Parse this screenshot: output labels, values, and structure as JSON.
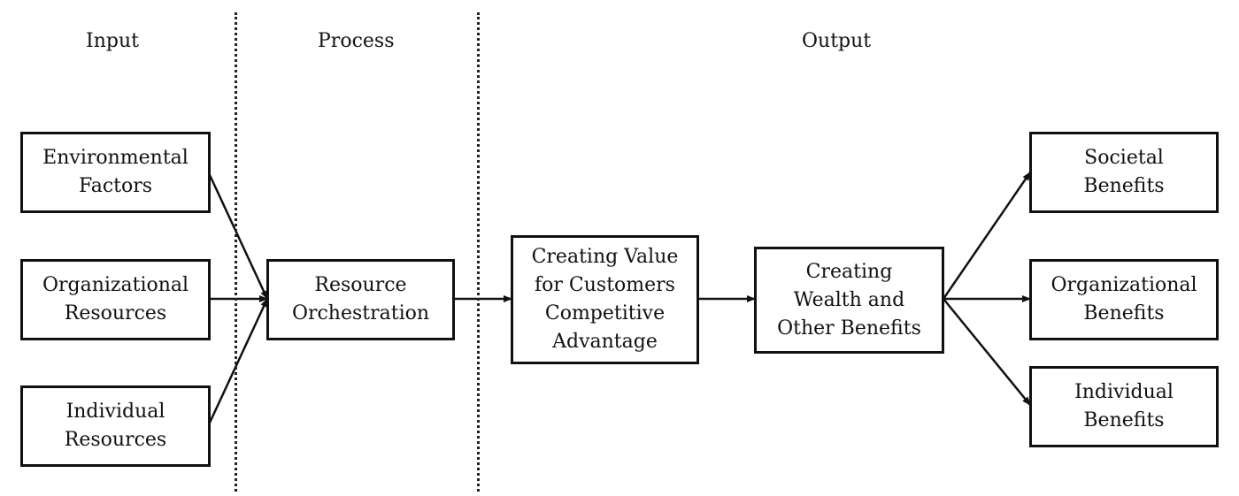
{
  "sections": {
    "input": "Input",
    "process": "Process",
    "output": "Output"
  },
  "boxes": {
    "environmental_factors": "Environmental\nFactors",
    "organizational_resources": "Organizational\nResources",
    "individual_resources": "Individual\nResources",
    "resource_orchestration": "Resource\nOrchestration",
    "creating_value": "Creating Value\nfor Customers\nCompetitive\nAdvantage",
    "creating_wealth": "Creating\nWealth and\nOther Benefits",
    "societal_benefits": "Societal\nBenefits",
    "organizational_benefits": "Organizational\nBenefits",
    "individual_benefits": "Individual\nBenefits"
  },
  "colors": {
    "line": "#111111",
    "background": "#ffffff"
  }
}
